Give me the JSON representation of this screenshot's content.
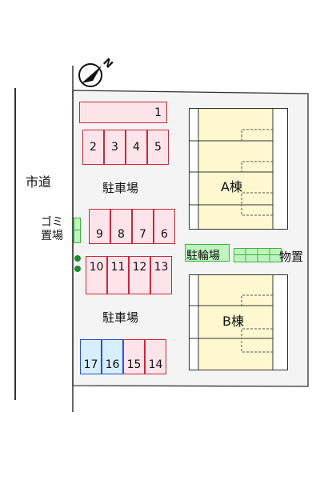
{
  "north_label": "N",
  "road_label": "市道",
  "parking_label": "駐車場",
  "garbage_label": "ゴミ\n置場",
  "bike_label": "駐輪場",
  "storage_label": "物置",
  "buildings": {
    "a": "A棟",
    "b": "B棟"
  },
  "parking_top": {
    "row1": [
      "1"
    ],
    "row2": [
      "2",
      "3",
      "4",
      "5"
    ],
    "row3": [
      "9",
      "8",
      "7",
      "6"
    ]
  },
  "parking_bottom": {
    "row1": [
      "10",
      "11",
      "12",
      "13"
    ],
    "row2": [
      "17",
      "16",
      "15",
      "14"
    ]
  },
  "colors": {
    "slot_border": "#c8283a",
    "slot_fill": "#fde4ea",
    "motorcycle_border": "#2a4fd0",
    "motorcycle_fill": "#d7eefc",
    "building_fill": "#fdf8cf",
    "green": "#5fd45f"
  }
}
